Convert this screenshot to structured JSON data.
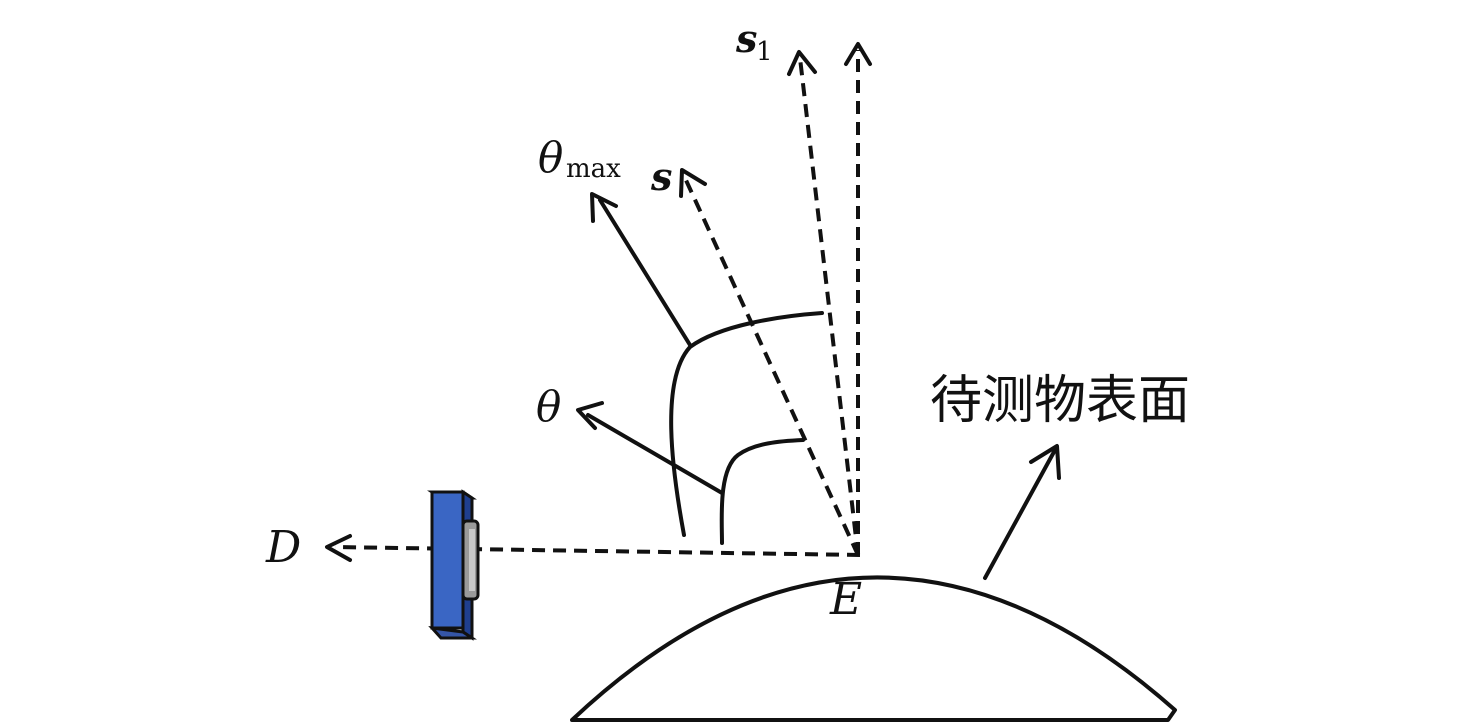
{
  "labels": {
    "s1_main": "s",
    "s1_sub": "1",
    "s": "s",
    "theta_max_main": "θ",
    "theta_max_sub": "max",
    "theta": "θ",
    "D": "D",
    "E": "E",
    "surface": "待测物表面"
  },
  "icons": {
    "detector": "detector-icon"
  },
  "colors": {
    "stroke": "#111111",
    "detector_front": "#3a66c4",
    "detector_side": "#1f3f8f",
    "detector_top": "#5b86dd",
    "lens": "#9a9a9a"
  }
}
